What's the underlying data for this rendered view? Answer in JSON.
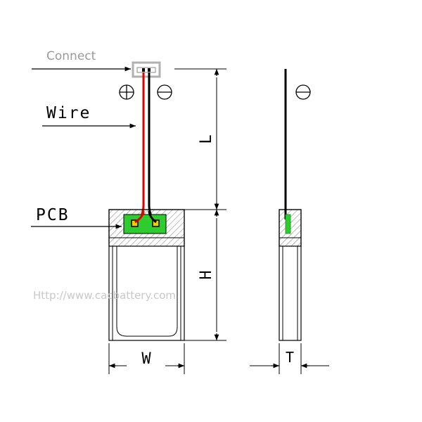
{
  "labels": {
    "connect": "Connect",
    "wire": "Wire",
    "pcb": "PCB",
    "dim_l": "L",
    "dim_h": "H",
    "dim_w": "W",
    "dim_t": "T"
  },
  "watermark": "Http://www.cacbattery.com",
  "colors": {
    "pcb_green": "#2ecc2e",
    "wire_red": "#e00000",
    "wire_black": "#000000",
    "pad_yellow": "#f0d000",
    "connector_gray": "#b0b0b0"
  }
}
